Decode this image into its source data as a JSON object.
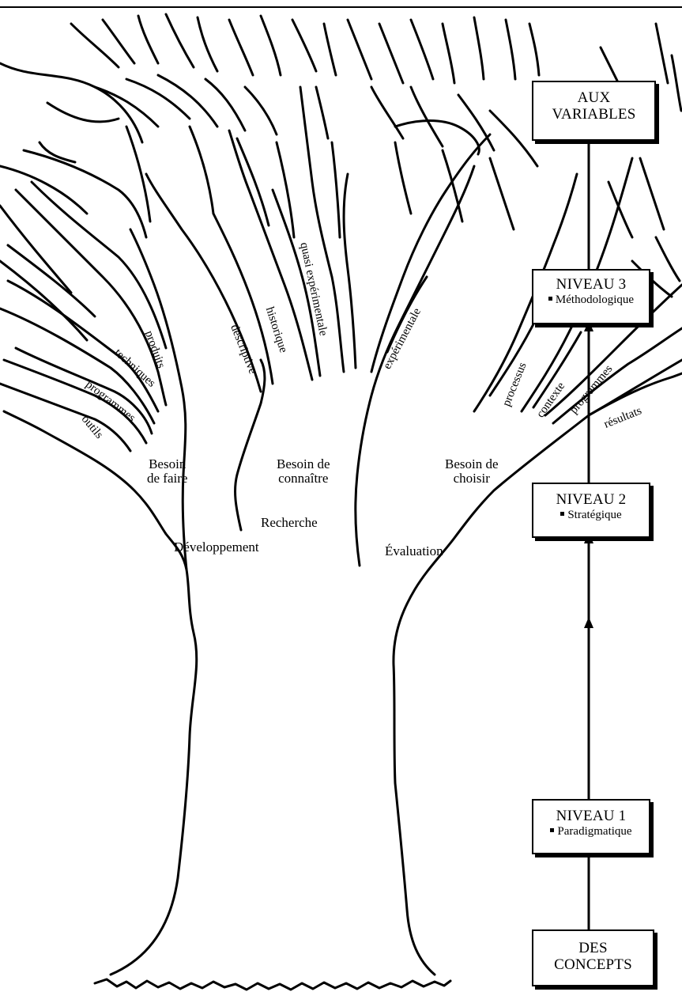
{
  "boxes": {
    "aux_variables": {
      "title_line1": "AUX",
      "title_line2": "VARIABLES"
    },
    "niveau3": {
      "title": "NIVEAU 3",
      "subtitle": "Méthodologique"
    },
    "niveau2": {
      "title": "NIVEAU 2",
      "subtitle": "Stratégique"
    },
    "niveau1": {
      "title": "NIVEAU 1",
      "subtitle": "Paradigmatique"
    },
    "des_concepts": {
      "title_line1": "DES",
      "title_line2": "CONCEPTS"
    }
  },
  "needs": {
    "faire": {
      "line1": "Besoin",
      "line2": "de faire"
    },
    "connaitre": {
      "line1": "Besoin de",
      "line2": "connaître"
    },
    "choisir": {
      "line1": "Besoin de",
      "line2": "choisir"
    }
  },
  "domains": {
    "developpement": "Développement",
    "recherche": "Recherche",
    "evaluation": "Évaluation"
  },
  "branches": {
    "outils": "outils",
    "programmes_left": "programmes",
    "techniques": "techniques",
    "produits": "produits",
    "descriptive": "descriptive",
    "historique": "historique",
    "quasi_experimentale": "quasi expérimentale",
    "experimentale": "expérimentale",
    "processus": "processus",
    "contexte": "contexte",
    "programmes_right": "programmes",
    "resultats": "résultats"
  },
  "colors": {
    "ink": "#000000",
    "paper": "#ffffff"
  },
  "icons": {
    "bullet": "square-bullet-icon",
    "arrow": "arrow-up-icon"
  }
}
